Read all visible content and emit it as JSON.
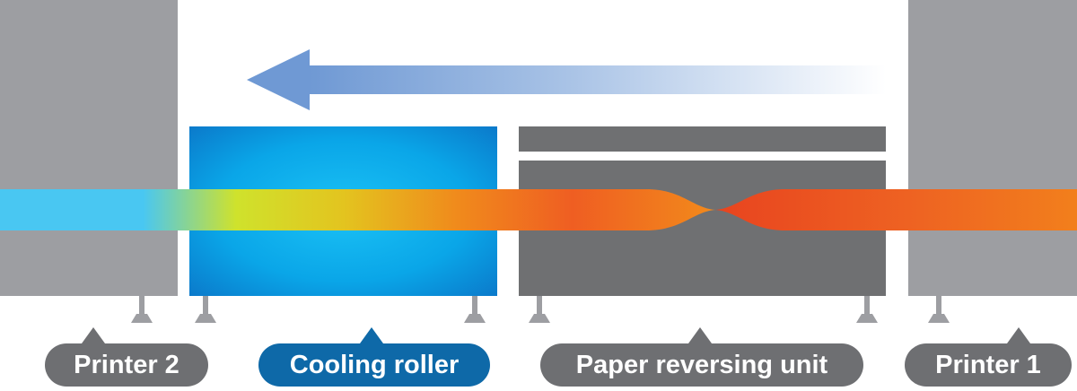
{
  "labels": {
    "printer_2": "Printer 2",
    "cooling_roller": "Cooling roller",
    "paper_reversing_unit": "Paper reversing unit",
    "printer_1": "Printer 1"
  },
  "colors": {
    "printer_gray": "#9d9ea2",
    "unit_dark_gray": "#6f7072",
    "cooling_blue": "#0f89dc",
    "cooling_blue_light": "#15b3f0",
    "label_gray": "#6e6f72",
    "label_blue": "#0e69a8",
    "arrow_blue": "#7fa6da",
    "paper_cool": "#49c7f2",
    "paper_warm": "#ec5a23",
    "paper_orange": "#f07a1d"
  },
  "icons": {
    "flow_arrow": "left-arrow-icon",
    "feet": "support-foot-icon"
  }
}
